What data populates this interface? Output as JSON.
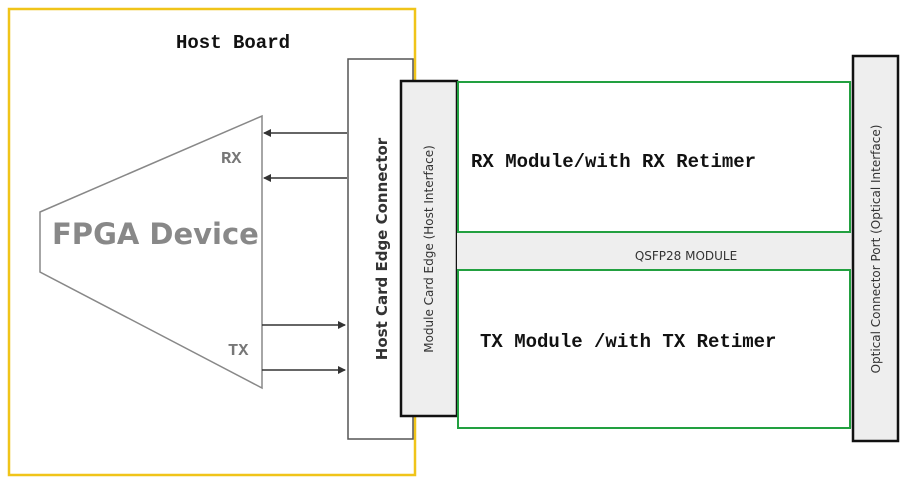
{
  "host_board": {
    "title": "Host Board"
  },
  "fpga": {
    "label": "FPGA Device",
    "rx_label": "RX",
    "tx_label": "TX"
  },
  "host_connector": {
    "label": "Host Card Edge Connector"
  },
  "module_edge": {
    "label": "Module Card Edge (Host Interface)"
  },
  "module": {
    "name": "QSFP28 MODULE",
    "rx_block": "RX Module/with RX Retimer",
    "tx_block": "TX Module /with TX Retimer"
  },
  "optical_port": {
    "label": "Optical Connector Port (Optical Interface)"
  },
  "colors": {
    "host_board_border": "#f0c419",
    "module_block_border": "#22a040",
    "fpga_text": "#888888",
    "fpga_outline": "#888888",
    "connector_border": "#555555",
    "dark_border": "#111111",
    "panel_fill": "#eeeeee"
  }
}
